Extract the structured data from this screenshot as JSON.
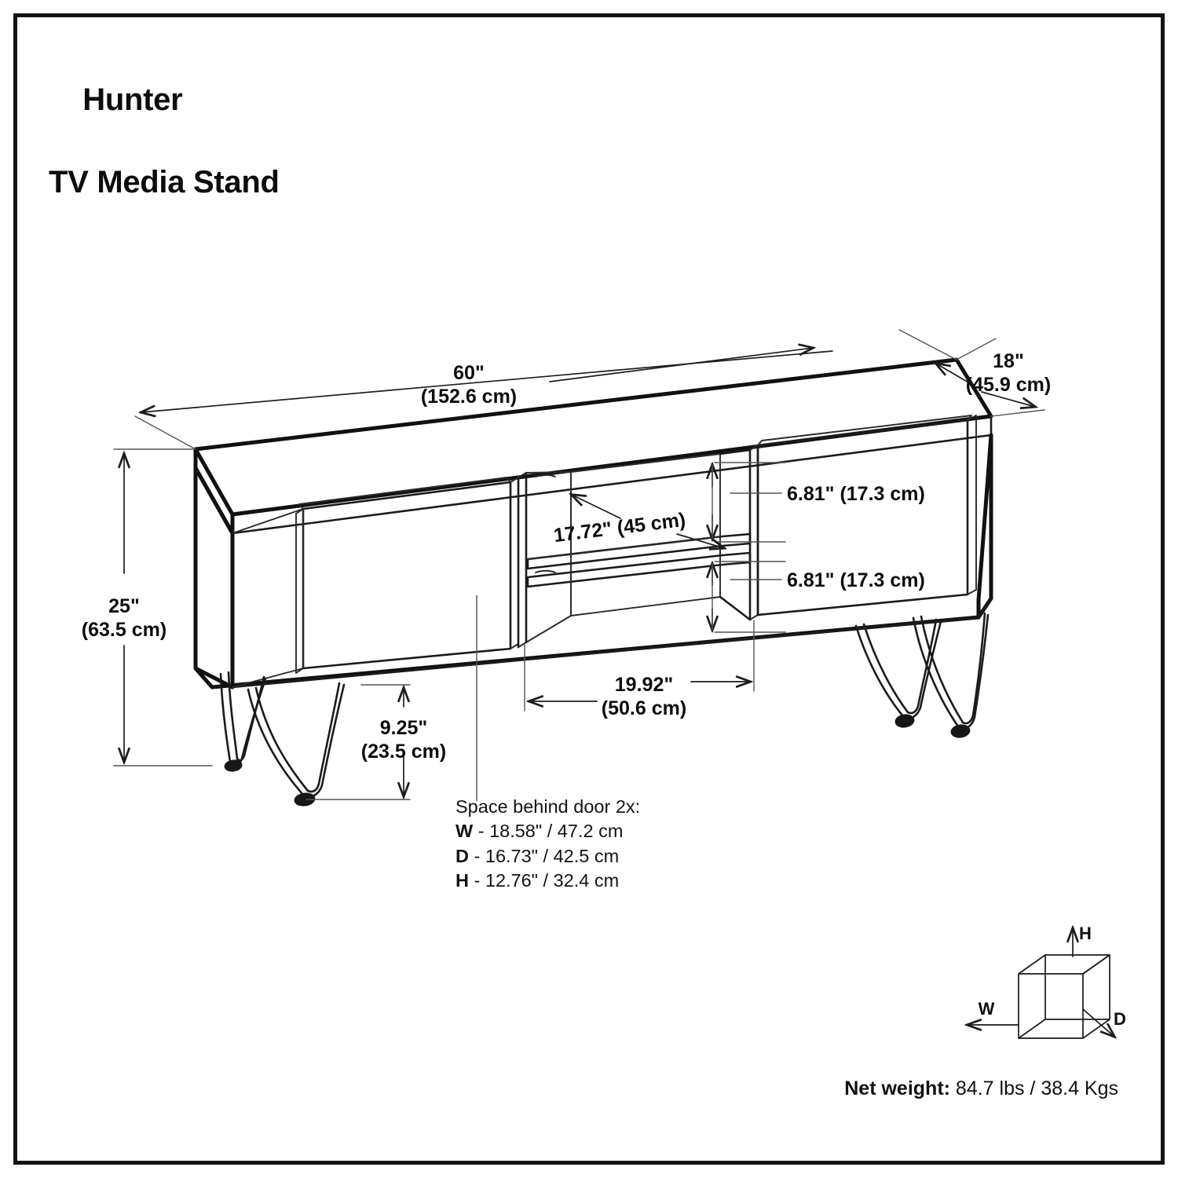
{
  "sheet": {
    "title_line1": "Hunter",
    "title_line2": "TV Media Stand"
  },
  "dimensions": {
    "width": {
      "label": "60\"",
      "metric": "(152.6 cm)"
    },
    "depth": {
      "label": "18\"",
      "metric": "(45.9 cm)"
    },
    "height": {
      "label": "25\"",
      "metric": "(63.5 cm)"
    },
    "leg_clearance": {
      "label": "9.25\"",
      "metric": "(23.5 cm)"
    },
    "shelf_height_top": "6.81\" (17.3 cm)",
    "shelf_height_bottom": "6.81\" (17.3 cm)",
    "shelf_depth": "17.72\" (45 cm)",
    "open_section_width": {
      "label": "19.92\"",
      "metric": "(50.6 cm)"
    }
  },
  "note": {
    "heading": "Space behind door 2x:",
    "rows": [
      {
        "key": "W",
        "value": " - 18.58\" / 47.2 cm"
      },
      {
        "key": "D",
        "value": " - 16.73\" / 42.5 cm"
      },
      {
        "key": "H",
        "value": " - 12.76\" / 32.4 cm"
      }
    ]
  },
  "legend": {
    "w": "W",
    "d": "D",
    "h": "H"
  },
  "weight": {
    "label": "Net weight:",
    "value": " 84.7 lbs / 38.4 Kgs"
  },
  "colors": {
    "ink": "#111111",
    "dim": "#1d1d1d",
    "paper": "#ffffff"
  }
}
